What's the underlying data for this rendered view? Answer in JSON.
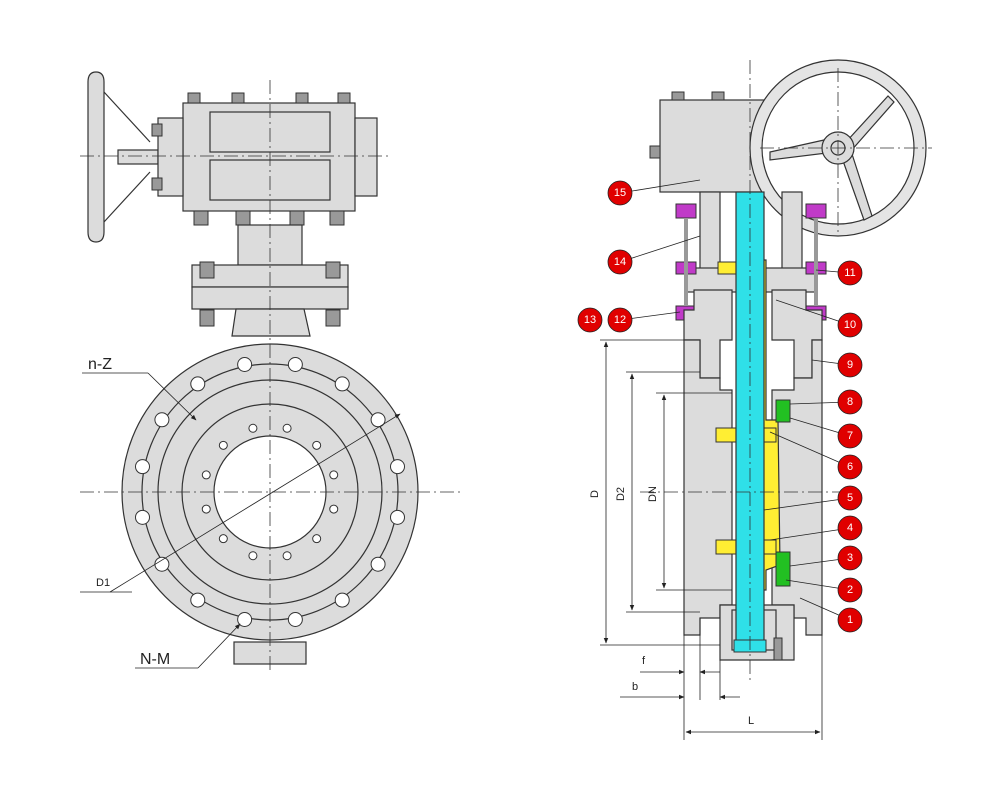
{
  "front_view": {
    "callouts": {
      "holes_n_z": "n-Z",
      "d1": "D1",
      "thread_n_m": "N-M"
    }
  },
  "section_view": {
    "dims": {
      "D": "D",
      "D2": "D2",
      "DN": "DN",
      "f": "f",
      "b": "b",
      "L": "L"
    },
    "parts": [
      "1",
      "2",
      "3",
      "4",
      "5",
      "6",
      "7",
      "8",
      "9",
      "10",
      "11",
      "12",
      "13",
      "14",
      "15"
    ]
  },
  "colors": {
    "stem": "#2fe0e8",
    "disc": "#ffee33",
    "seal": "#22c022",
    "fastener": "#c03ac8",
    "balloon": "#e00000"
  }
}
